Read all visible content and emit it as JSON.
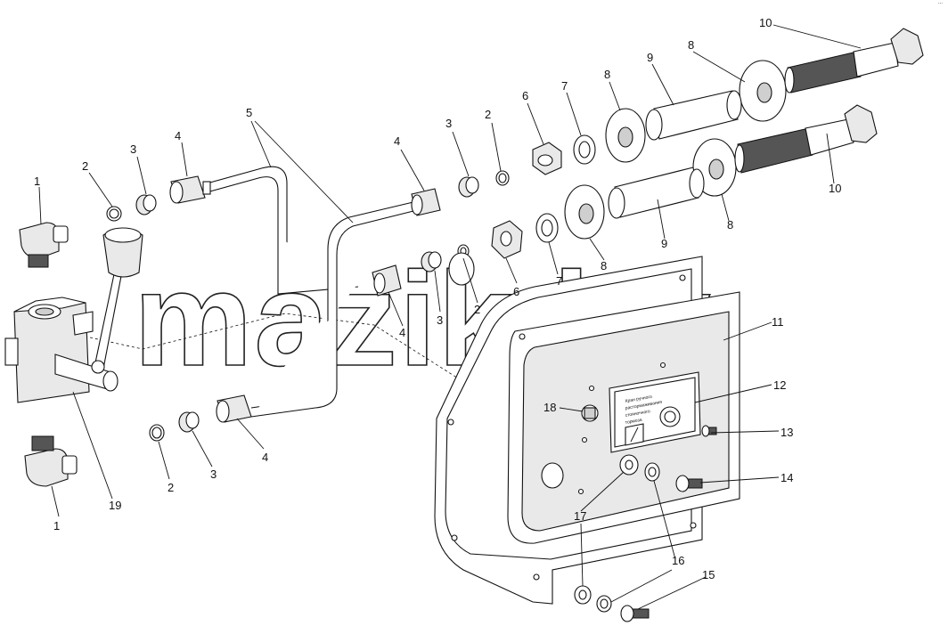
{
  "corner_mark": "...",
  "watermark": "mazik.by",
  "plate_lines": [
    "Кран ручного",
    "растормаживания",
    "стояночного",
    "тормоза"
  ],
  "callouts": {
    "c1a": "1",
    "c1b": "1",
    "c2a": "2",
    "c2b": "2",
    "c2c": "2",
    "c2d": "2",
    "c3a": "3",
    "c3b": "3",
    "c3c": "3",
    "c3d": "3",
    "c4a": "4",
    "c4b": "4",
    "c4c": "4",
    "c4d": "4",
    "c5": "5",
    "c6a": "6",
    "c6b": "6",
    "c7a": "7",
    "c7b": "7",
    "c8a": "8",
    "c8b": "8",
    "c8c": "8",
    "c8d": "8",
    "c9a": "9",
    "c9b": "9",
    "c10a": "10",
    "c10b": "10",
    "c11": "11",
    "c12": "12",
    "c13": "13",
    "c14": "14",
    "c15": "15",
    "c16": "16",
    "c17": "17",
    "c18": "18",
    "c19": "19"
  }
}
